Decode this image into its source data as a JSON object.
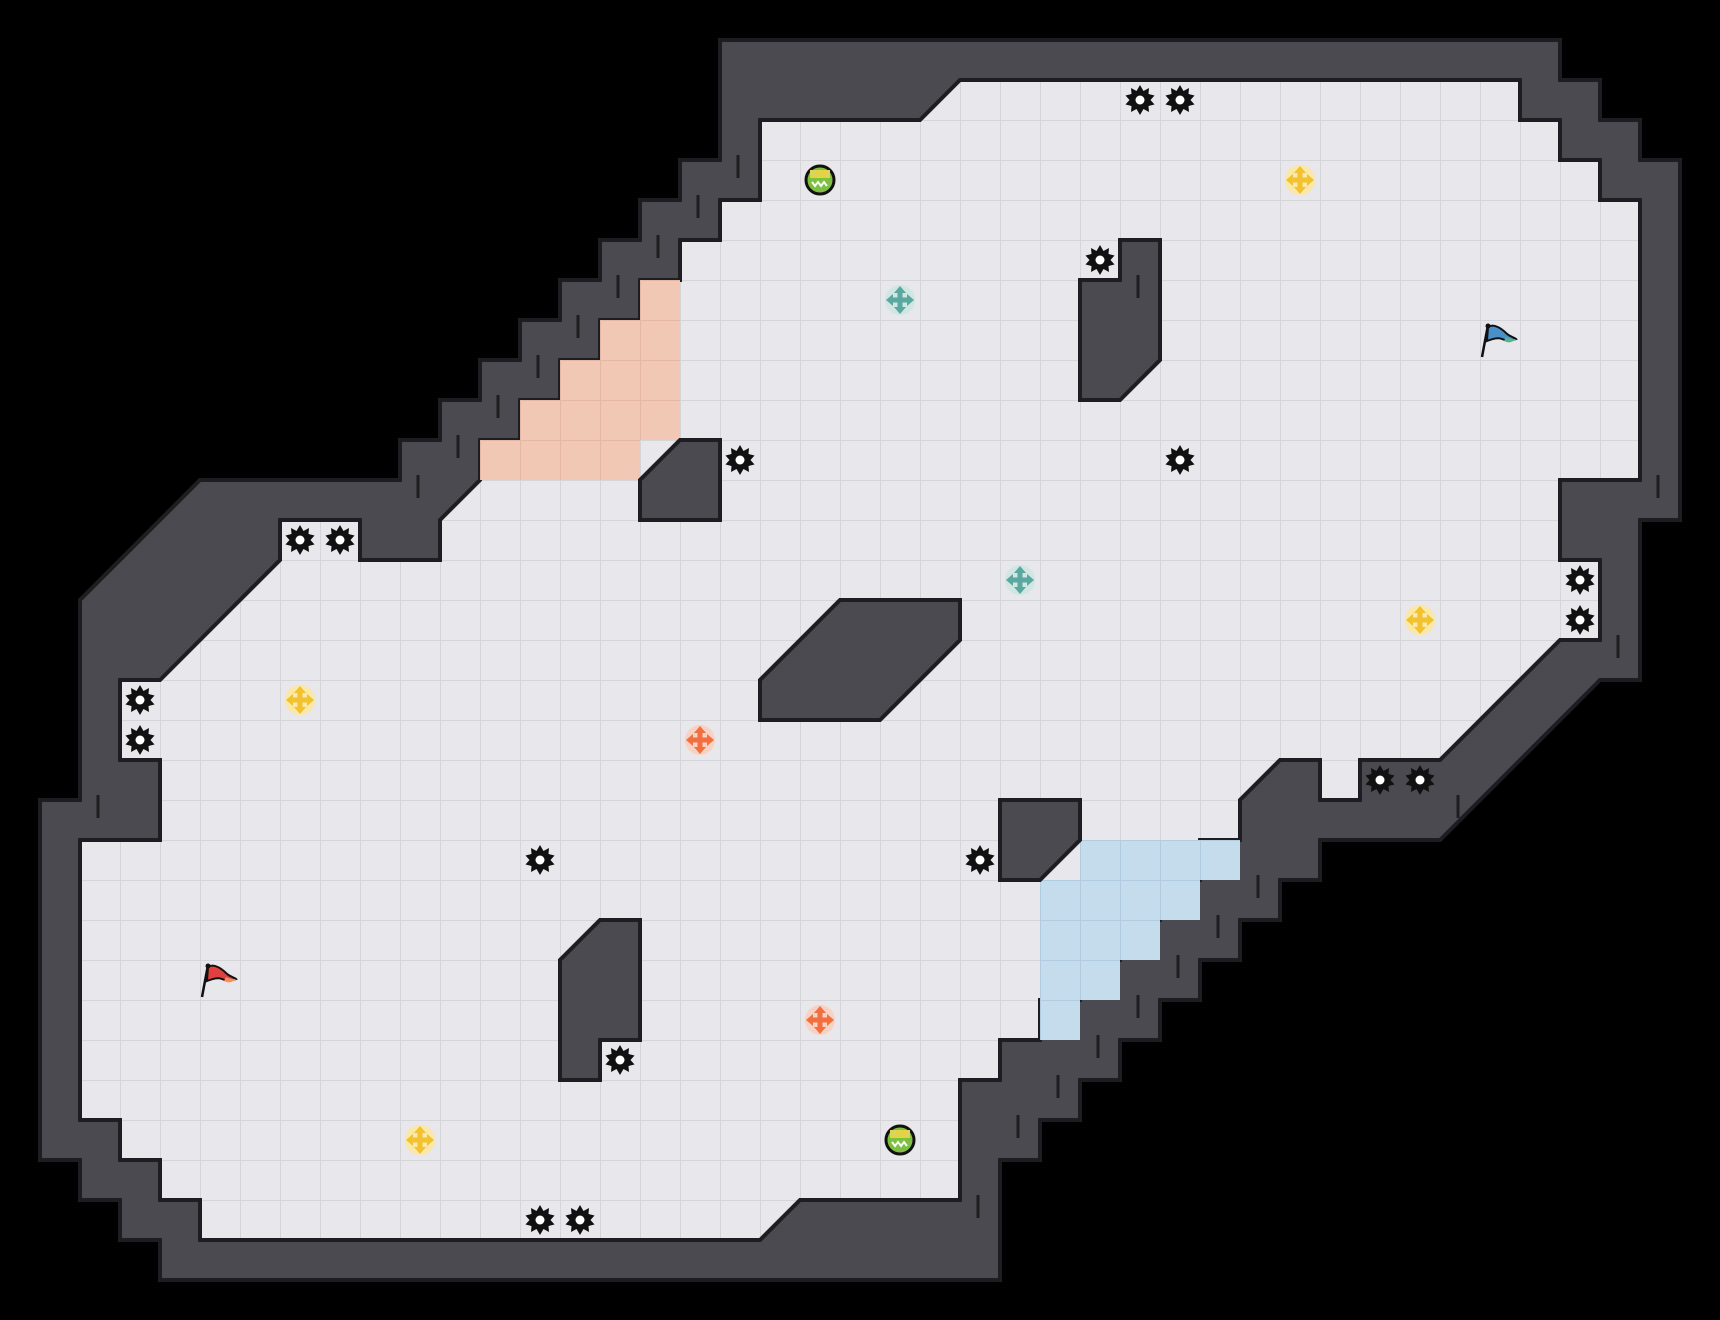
{
  "map": {
    "background_color": "#000000",
    "floor_color": "#e8e8ec",
    "floor_grid_color": "#d4d4da",
    "wall_color": "#4a4a50",
    "wall_edge_color": "#1e1e22",
    "red_base_color": "#f0c8b4",
    "blue_base_color": "#c4dcec"
  },
  "flags": [
    {
      "team": "red",
      "icon": "red-flag-icon",
      "color": "#e04040"
    },
    {
      "team": "blue",
      "icon": "blue-flag-icon",
      "color": "#4a90c8"
    }
  ],
  "powerups": [
    {
      "kind": "speed-boost",
      "icon": "yellow-boost-icon",
      "color": "#f2c230"
    },
    {
      "kind": "team-boost-blue",
      "icon": "teal-boost-icon",
      "color": "#5aa8a0"
    },
    {
      "kind": "team-boost-red",
      "icon": "orange-boost-icon",
      "color": "#f07040"
    },
    {
      "kind": "bomb",
      "icon": "green-bomb-icon",
      "color": "#7cc040"
    },
    {
      "kind": "spike",
      "icon": "spike-icon",
      "color": "#111111"
    }
  ]
}
